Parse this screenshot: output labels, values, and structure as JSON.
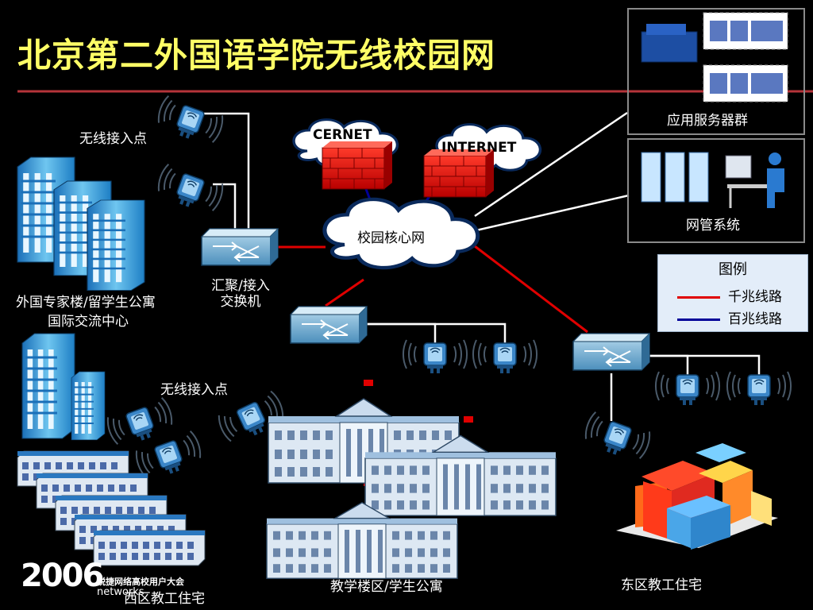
{
  "title": "北京第二外国语学院无线校园网",
  "labels": {
    "wap_top": "无线接入点",
    "wap_mid": "无线接入点",
    "agg_switch": "汇聚/接入\n交换机",
    "foreign_apts_1": "外国专家楼/留学生公寓",
    "foreign_apts_2": "国际交流中心",
    "core": "校园核心网",
    "cernet": "CERNET",
    "internet": "INTERNET",
    "app_servers": "应用服务器群",
    "nms": "网管系统",
    "teaching": "教学楼区/学生公寓",
    "west": "西区教工住宅",
    "east": "东区教工住宅"
  },
  "legend": {
    "title": "图例",
    "items": [
      {
        "label": "千兆线路",
        "color": "#e00000"
      },
      {
        "label": "百兆线路",
        "color": "#000099"
      }
    ]
  },
  "footer": {
    "logo": "2006",
    "sponsor": "锐捷网络高校用户大会",
    "sponsor_sub": "networks"
  },
  "colors": {
    "title": "#ffff66",
    "gigabit": "#e00000",
    "fast": "#000099",
    "cable": "#ffffff"
  }
}
